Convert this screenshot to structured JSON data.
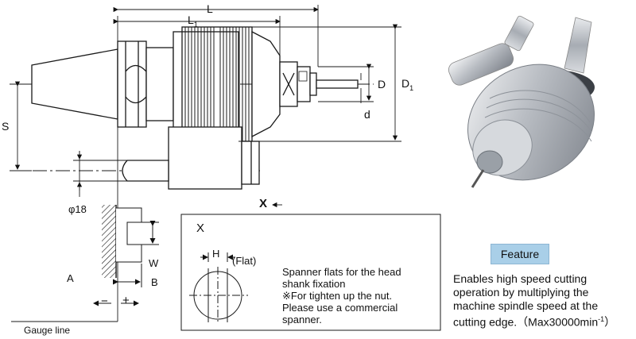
{
  "dimensions": {
    "L": "L",
    "L1": "L",
    "L1_sub": "1",
    "D": "D",
    "D1": "D",
    "D1_sub": "1",
    "d": "d",
    "S": "S",
    "phi18": "φ18",
    "X": "X",
    "A": "A",
    "B": "B",
    "W": "W",
    "minus": "−",
    "plus": "+",
    "gauge_line": "Gauge line"
  },
  "detail": {
    "view_label": "X",
    "H": "H",
    "flat": "(Flat)",
    "note_lines": [
      "Spanner flats for the head",
      "shank fixation",
      "※For tighten up the nut.",
      "Please use a commercial",
      "spanner."
    ]
  },
  "feature": {
    "badge": "Feature",
    "lines": [
      "Enables high speed cutting",
      "operation by multiplying the",
      "machine spindle speed at the",
      "cutting edge.（Max30000min"
    ],
    "superscript": "-1",
    "closing": "）"
  },
  "colors": {
    "line": "#1a1a1a",
    "badge": "#a9cfe8",
    "photo_metal": "#c9ccd1"
  }
}
